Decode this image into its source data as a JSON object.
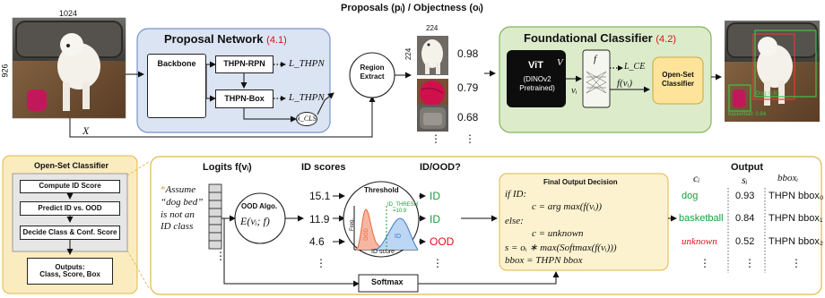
{
  "top": {
    "title": "Proposals (pᵢ) / Objectness (oᵢ)",
    "input": {
      "width": "1024",
      "height": "926",
      "x_label": "X"
    },
    "proposal_network": {
      "title": "Proposal Network",
      "ref": "(4.1)",
      "backbone": "Backbone",
      "rpn": "THPN-RPN",
      "box": "THPN-Box",
      "loss_rpn": "L_THPN",
      "loss_box": "L_THPN",
      "lambda": "λ_CLS"
    },
    "region_extract": "Region Extract",
    "crop_size": {
      "w": "224",
      "h": "224"
    },
    "proposals": [
      {
        "score": "0.98",
        "desc": "dog crop"
      },
      {
        "score": "0.79",
        "desc": "ball crop"
      },
      {
        "score": "0.68",
        "desc": "bed crop"
      }
    ],
    "ellipsis": "⋮",
    "foundational_classifier": {
      "title": "Foundational Classifier",
      "ref": "(4.2)",
      "vit": "ViT",
      "vit_sub": "(DINOv2 Pretrained)",
      "V": "V",
      "f": "f",
      "vi": "vᵢ",
      "fvi": "f(vᵢ)",
      "loss_ce": "L_CE",
      "osc": "Open-Set Classifier"
    },
    "output_image_labels": {
      "dog": "Dog: 0.93",
      "ball": "basketball: 0.84"
    }
  },
  "bottom": {
    "left_panel": {
      "title": "Open-Set Classifier",
      "steps": [
        "Compute ID Score",
        "Predict ID vs. OOD",
        "Decide Class & Conf. Score"
      ],
      "outputs_title": "Outputs:",
      "outputs_sub": "Class, Score, Box"
    },
    "logits_label": "Logits f(vᵢ)",
    "assume_star": "*",
    "assume_lines": [
      "Assume",
      "“dog bed”",
      "is not an",
      "ID class"
    ],
    "ood_algo": "OOD Algo.",
    "ood_func": "E(vᵢ; f)",
    "id_scores_title": "ID scores",
    "id_scores": [
      "15.1",
      "11.9",
      "4.6"
    ],
    "threshold": {
      "title": "Threshold",
      "freq": "Freq.",
      "x_label": "ID score",
      "thresh_label": "ID_THRESH",
      "thresh_value": "=10.9",
      "ood": "OOD",
      "id": "ID"
    },
    "idood_title": "ID/OOD?",
    "idood": [
      {
        "label": "ID",
        "color": "#1a9e3a"
      },
      {
        "label": "ID",
        "color": "#1a9e3a"
      },
      {
        "label": "OOD",
        "color": "#d8111e"
      }
    ],
    "decision": {
      "title": "Final Output Decision",
      "lines": [
        "if ID:",
        "c = arg max(f(vᵢ))",
        "else:",
        "c = unknown",
        "s = oᵢ ∗ max(Softmax(f(vᵢ)))",
        "bbox = THPN bbox"
      ]
    },
    "softmax": "Softmax",
    "output_title": "Output",
    "col_c": "cᵢ",
    "col_s": "sᵢ",
    "col_b": "bboxᵢ",
    "rows": [
      {
        "c": "dog",
        "s": "0.93",
        "b": "THPN bbox₀",
        "color": "#1a9e3a"
      },
      {
        "c": "basketball",
        "s": "0.84",
        "b": "THPN bbox₁",
        "color": "#1a9e3a"
      },
      {
        "c": "unknown",
        "s": "0.52",
        "b": "THPN bbox₂",
        "color": "#d8111e"
      }
    ]
  }
}
